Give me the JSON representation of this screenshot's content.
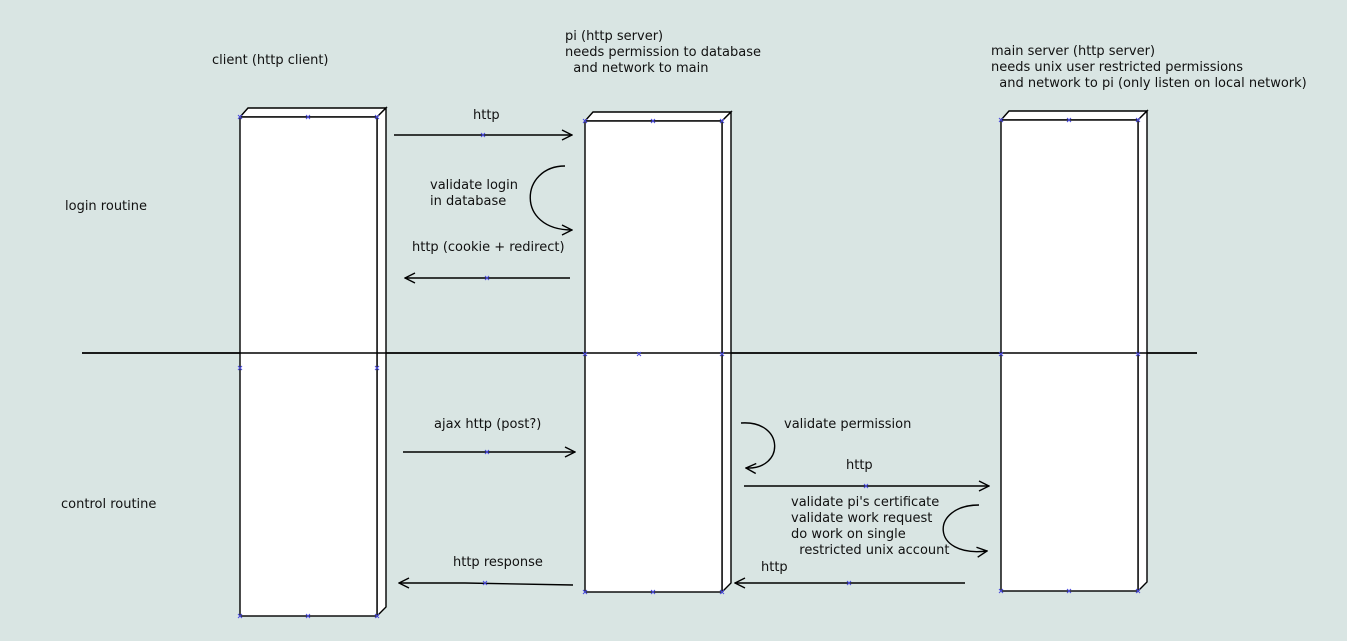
{
  "actors": {
    "client": "client (http client)",
    "pi": "pi (http server)\nneeds permission to database\n  and network to main",
    "main": "main server (http server)\nneeds unix user restricted permissions\n  and network to pi (only listen on local network)"
  },
  "sections": {
    "login": "login routine",
    "control": "control routine"
  },
  "messages": {
    "login_http": "http",
    "validate_login": "validate login\nin database",
    "cookie_redirect": "http (cookie + redirect)",
    "ajax_http": "ajax http (post?)",
    "validate_permission": "validate permission",
    "pi_to_main_http": "http",
    "main_validation": "validate pi's certificate\nvalidate work request\ndo work on single\n  restricted unix account",
    "main_to_pi_http": "http",
    "http_response": "http response"
  }
}
